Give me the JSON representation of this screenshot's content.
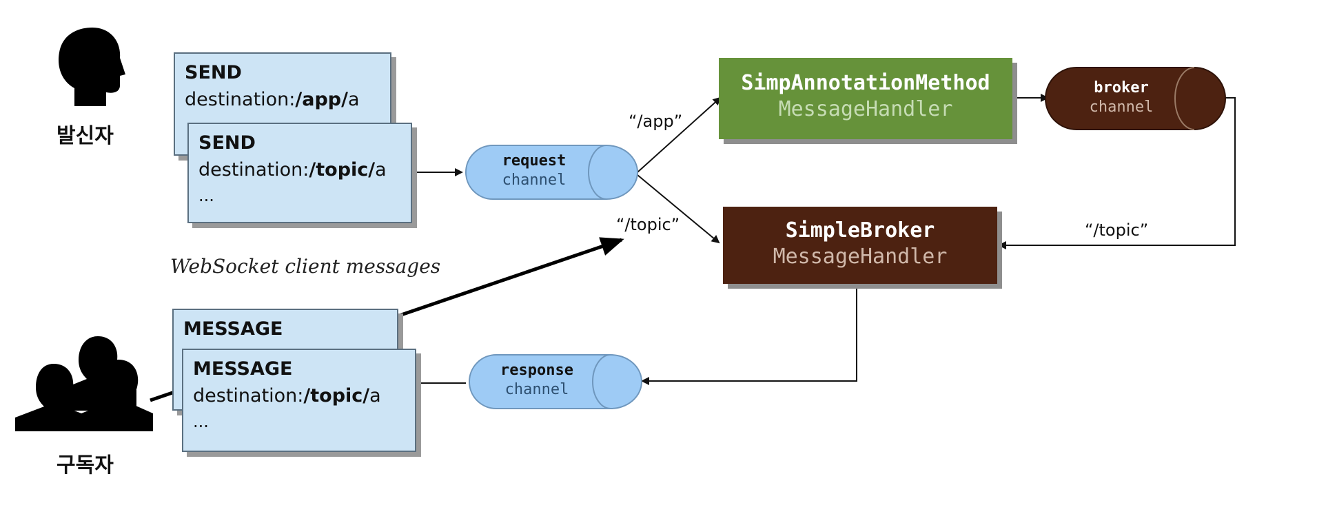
{
  "actors": {
    "sender": {
      "label": "발신자",
      "icon": "person-head-icon"
    },
    "subscriber": {
      "label": "구독자",
      "icon": "group-of-people-icon"
    }
  },
  "send_messages": [
    {
      "command": "SEND",
      "destination_prefix": "destination:",
      "destination_bold": "/app/",
      "destination_suffix": "a"
    },
    {
      "command": "SEND",
      "destination_prefix": "destination:",
      "destination_bold": "/topic/",
      "destination_suffix": "a",
      "more": "..."
    }
  ],
  "outgoing_messages": [
    {
      "command": "MESSAGE"
    },
    {
      "command": "MESSAGE",
      "destination_prefix": "destination:",
      "destination_bold": "/topic/",
      "destination_suffix": "a",
      "more": "..."
    }
  ],
  "caption": "WebSocket client messages",
  "channels": {
    "request": {
      "name": "request",
      "kind": "channel"
    },
    "response": {
      "name": "response",
      "kind": "channel"
    },
    "broker": {
      "name": "broker",
      "kind": "channel"
    }
  },
  "handlers": {
    "annotation": {
      "line1": "SimpAnnotationMethod",
      "line2": "MessageHandler"
    },
    "simple_broker": {
      "line1": "SimpleBroker",
      "line2": "MessageHandler"
    }
  },
  "routes": {
    "app": "“/app”",
    "topic": "“/topic”",
    "broker_topic": "“/topic”"
  },
  "colors": {
    "message_box": "#cde4f5",
    "channel_blue": "#9ecbf5",
    "annotation_green": "#66923a",
    "annotation_text_light": "#c6dcb4",
    "broker_brown": "#4d2211",
    "broker_text_light": "#d0b8aa"
  }
}
